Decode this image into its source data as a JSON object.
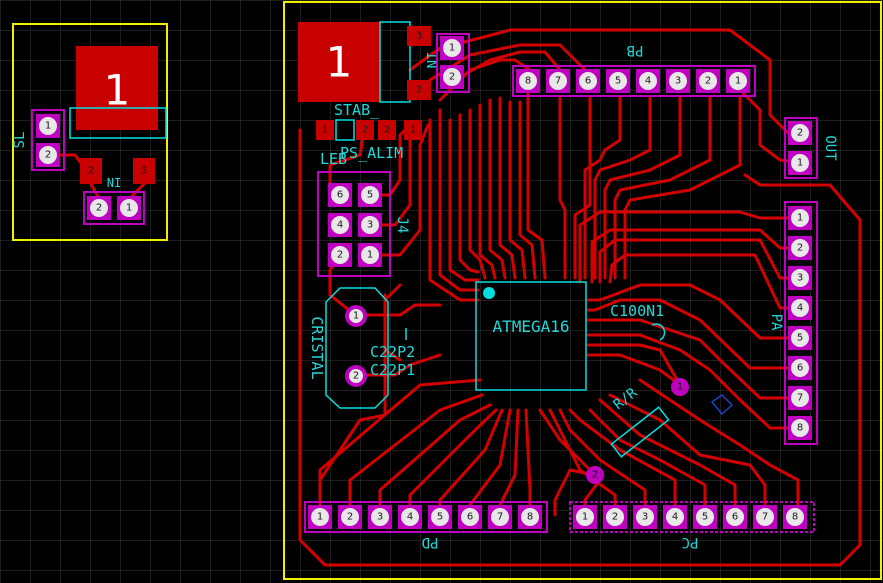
{
  "regulator_labels": {
    "big_pad": "1",
    "stab": "STAB_",
    "ps_alim": "PS_ALIM",
    "pin3": "3",
    "pin2": "2",
    "pin1": "1"
  },
  "left_module": {
    "big_pad": "1",
    "sl": "SL",
    "in": "IN",
    "pin2": "2",
    "pin3": "3"
  },
  "connectors": {
    "pb": "PB",
    "pd": "PD",
    "pc": "PC",
    "pa": "PA",
    "out": "OUT",
    "in": "IN",
    "leb": "LEB",
    "j4": "J4",
    "cristal": "CRISTAL"
  },
  "components": {
    "mcu": "ATMEGA16",
    "c100": "C100N1",
    "c22p2": "C22P2",
    "c22p1": "C22P1",
    "rr": "R/R",
    "stab_label": "STAB_"
  },
  "pins": {
    "p1": "1",
    "p2": "2",
    "p3": "3",
    "p4": "4",
    "p5": "5",
    "p6": "6",
    "p7": "7",
    "p8": "8"
  },
  "colors": {
    "board_outline": "#f0f000",
    "trace": "#d40000",
    "pad": "#c000c0",
    "silkscreen": "#00e0e0",
    "grid": "#3a3a3a"
  }
}
